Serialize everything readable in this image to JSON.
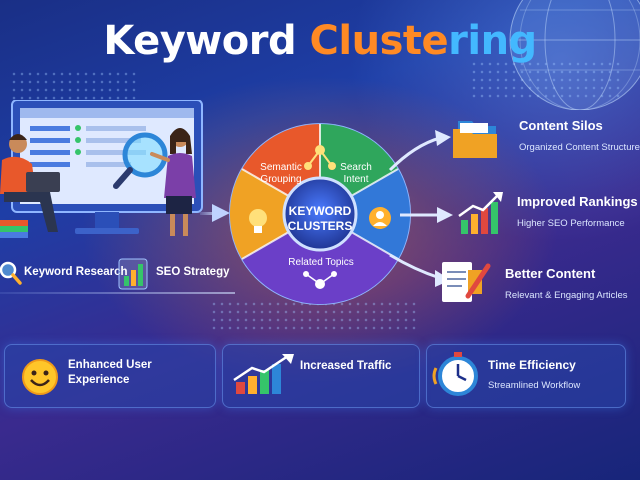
{
  "title": {
    "part1": "Keyword ",
    "part2": "Cluste",
    "part3": "ring"
  },
  "center": {
    "core_line1": "KEYWORD",
    "core_line2": "CLUSTERS",
    "segments": [
      "Semantic Grouping",
      "Search Intent",
      "Related Topics"
    ]
  },
  "left_items": [
    {
      "label": "Keyword Research",
      "icon": "magnifier-icon"
    },
    {
      "label": "SEO Strategy",
      "icon": "bar-chart-icon"
    }
  ],
  "right_items": [
    {
      "title": "Content Silos",
      "subtitle": "Organized Content Structure",
      "icon": "folders-icon"
    },
    {
      "title": "Improved Rankings",
      "subtitle": "Higher SEO Performance",
      "icon": "growth-chart-icon"
    },
    {
      "title": "Better Content",
      "subtitle": "Relevant & Engaging Articles",
      "icon": "document-pencil-icon"
    }
  ],
  "bottom_cards": [
    {
      "title": "Enhanced User\nExperience",
      "icon": "smiley-icon"
    },
    {
      "title": "Increased Traffic",
      "icon": "traffic-chart-icon"
    },
    {
      "title": "Time Efficiency",
      "subtitle": "Streamlined Workflow",
      "icon": "stopwatch-icon"
    }
  ],
  "colors": {
    "orange": "#ff8a24",
    "blue": "#43b8ff",
    "green": "#35c46a",
    "purple": "#7b4fd6",
    "red": "#e0483f"
  }
}
